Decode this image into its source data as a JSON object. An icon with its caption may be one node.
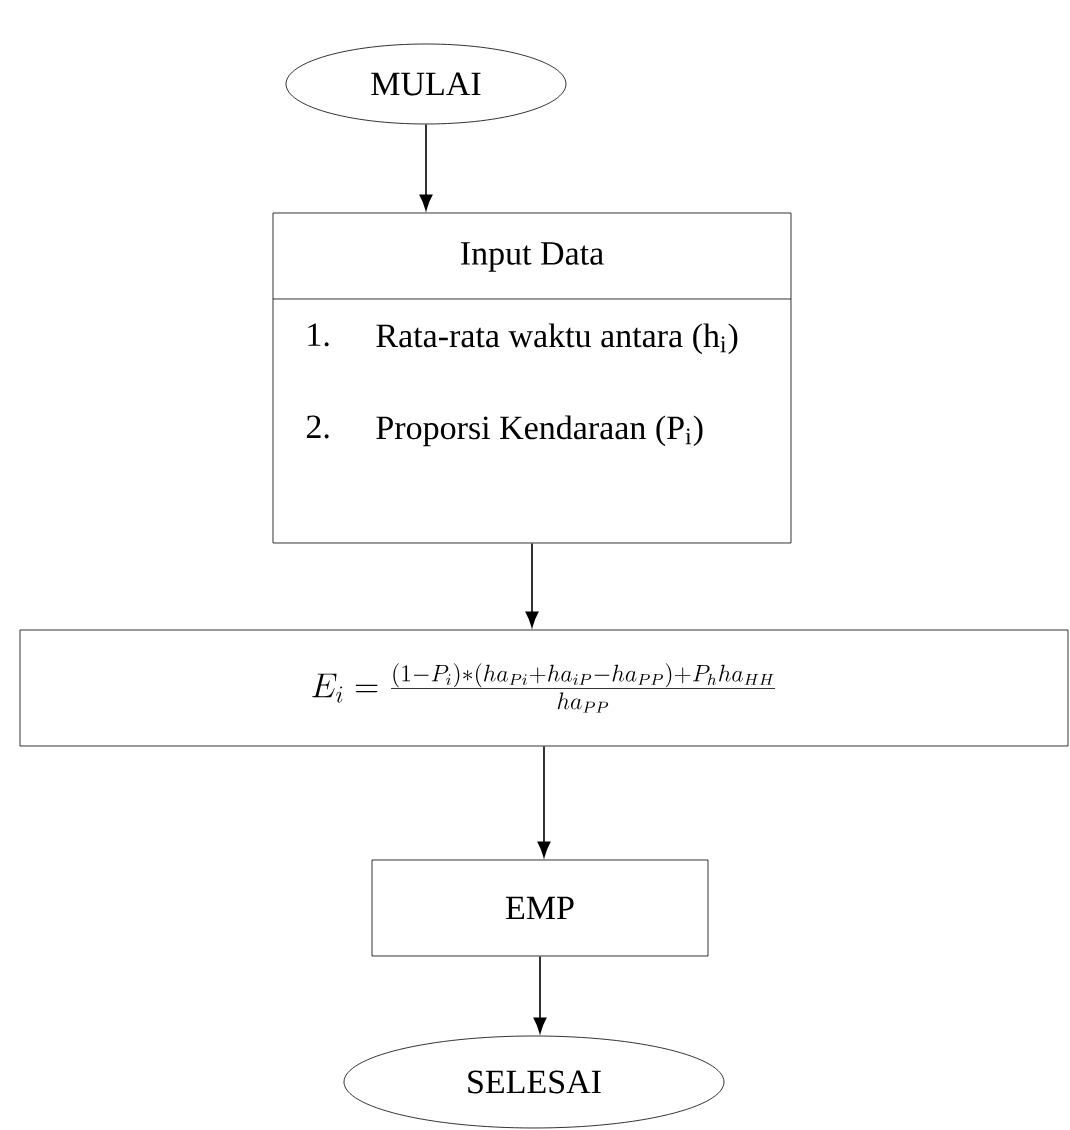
{
  "diagram": {
    "nodes": [
      {
        "text": [
          "MULAI"
        ]
      },
      {
        "text": [
          "Input Data",
          "1.",
          "Rata-rata waktu antara (h$_{i}$)",
          "2.",
          "Proporsi Kendaraan (P$_{i}$)"
        ]
      },
      {
        "text": [
          "E_i = \\frac{(1-P_i)*(ha_{P i}+ha_{iP}-ha_{PP})+P_h ha_{HH}}{ha_{PP}}"
        ]
      },
      {
        "text": [
          "EMP"
        ]
      },
      {
        "text": [
          "SELESAI"
        ]
      }
    ],
    "edges": [
      {
        "from": 0,
        "to": 1,
        "arrow": "to"
      },
      {
        "from": 1,
        "to": 2,
        "arrow": "to"
      },
      {
        "from": 2,
        "to": 3,
        "arrow": "to"
      },
      {
        "from": 3,
        "to": 4,
        "arrow": "to"
      }
    ]
  }
}
